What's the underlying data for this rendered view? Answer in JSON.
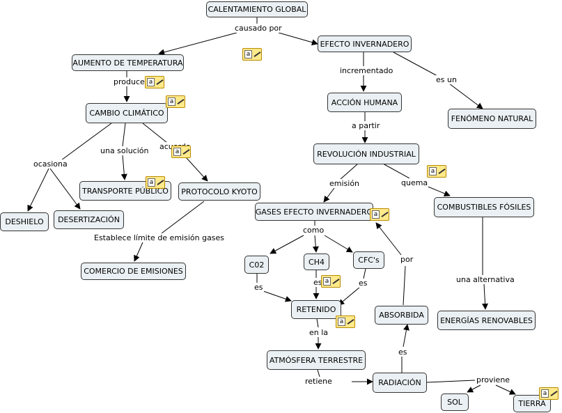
{
  "nodes": {
    "calentamiento": "CALENTAMIENTO GLOBAL",
    "efecto": "EFECTO INVERNADERO",
    "aumento": "AUMENTO DE TEMPERATURA",
    "accion": "ACCIÓN HUMANA",
    "fenomeno": "FENÓMENO NATURAL",
    "cambio": "CAMBIO CLIMÁTICO",
    "revolucion": "REVOLUCIÓN INDUSTRIAL",
    "transporte": "TRANSPORTE PÚBLICO",
    "kyoto": "PROTOCOLO KYOTO",
    "deshielo": "DESHIELO",
    "desertizacion": "DESERTIZACIÓN",
    "gases": "GASES EFECTO INVERNADERO",
    "combustibles": "COMBUSTIBLES FÓSILES",
    "comercio": "COMERCIO DE EMISIONES",
    "co2": "C02",
    "ch4": "CH4",
    "cfc": "CFC's",
    "retenido": "RETENIDO",
    "absorbida": "ABSORBIDA",
    "renovables": "ENERGÍAS RENOVABLES",
    "atmosfera": "ATMÓSFERA TERRESTRE",
    "radiacion": "RADIACIÓN",
    "sol": "SOL",
    "tierra": "TIERRA"
  },
  "links": {
    "causado_por": "causado por",
    "incrementado": "incrementado",
    "es_un": "es un",
    "produce": "produce",
    "a_partir": "a partir",
    "una_solucion": "una solución",
    "acuerdo": "acuerdo",
    "ocasiona": "ocasiona",
    "emision": "emisión",
    "quema": "quema",
    "establece": "Establece límite de emisión gases",
    "como": "como",
    "es_co2": "es",
    "es_ch4": "es",
    "es_cfc": "es",
    "por": "por",
    "una_alternativa": "una alternativa",
    "en_la": "en la",
    "es_rad": "es",
    "retiene": "retiene",
    "proviene": "proviene"
  },
  "note_icon": "note-icon",
  "note_glyph": "a",
  "colors": {
    "node_fill": "#eaf0f3",
    "node_border": "#333333",
    "note_fill": "#ffe98a",
    "line": "#000000"
  }
}
